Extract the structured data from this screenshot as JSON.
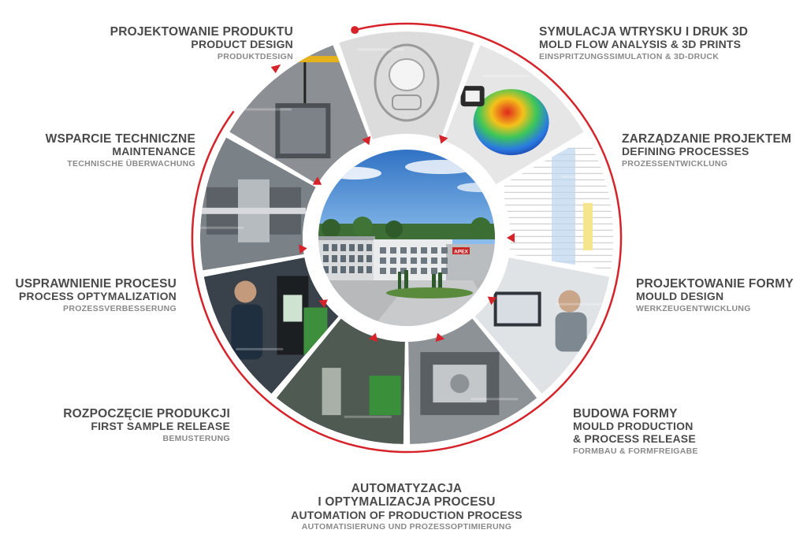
{
  "center_image": {
    "sign_text": "APEX"
  },
  "steps": [
    {
      "pl": "PROJEKTOWANIE PRODUKTU",
      "en": "PRODUCT DESIGN",
      "de": "PRODUKTDESIGN",
      "scene": "product-design"
    },
    {
      "pl": "SYMULACJA WTRYSKU I DRUK 3D",
      "en": "MOLD FLOW ANALYSIS & 3D PRINTS",
      "de": "EINSPRITZUNGSSIMULATION & 3D-DRUCK",
      "scene": "mold-flow"
    },
    {
      "pl": "ZARZĄDZANIE PROJEKTEM",
      "en": "DEFINING PROCESSES",
      "de": "PROZESSENTWICKLUNG",
      "scene": "spreadsheet"
    },
    {
      "pl": "PROJEKTOWANIE FORMY",
      "en": "MOULD DESIGN",
      "de": "WERKZEUGENTWICKLUNG",
      "scene": "designer-at-computer"
    },
    {
      "pl": "BUDOWA FORMY",
      "en": "MOULD PRODUCTION",
      "en2": "& PROCESS RELEASE",
      "de": "FORMBAU & FORMFREIGABE",
      "scene": "machined-mould"
    },
    {
      "pl": "AUTOMATYZACJA",
      "pl2": "I OPTYMALIZACJA PROCESU",
      "en": "AUTOMATION OF PRODUCTION PROCESS",
      "de": "AUTOMATISIERUNG UND PROZESSOPTIMIERUNG",
      "scene": "automation-cell"
    },
    {
      "pl": "ROZPOCZĘCIE PRODUKCJI",
      "en": "FIRST SAMPLE RELEASE",
      "de": "BEMUSTERUNG",
      "scene": "operator-at-machine"
    },
    {
      "pl": "USPRAWNIENIE PROCESU",
      "en": "PROCESS OPTYMALIZATION",
      "de": "PROZESSVERBESSERUNG",
      "scene": "injection-machine"
    },
    {
      "pl": "WSPARCIE TECHNICZNE",
      "en": "MAINTENANCE",
      "de": "TECHNISCHE ÜBERWACHUNG",
      "scene": "crane-mould"
    }
  ],
  "colors": {
    "accent": "#d6232a",
    "ring_gray": "#c8c8c8",
    "pl_text": "#4a4a4a",
    "de_text": "#8a8a8a"
  },
  "icons": {
    "arrow": "triangle-arrow-icon",
    "cycle": "cycle-arrow-icon"
  }
}
